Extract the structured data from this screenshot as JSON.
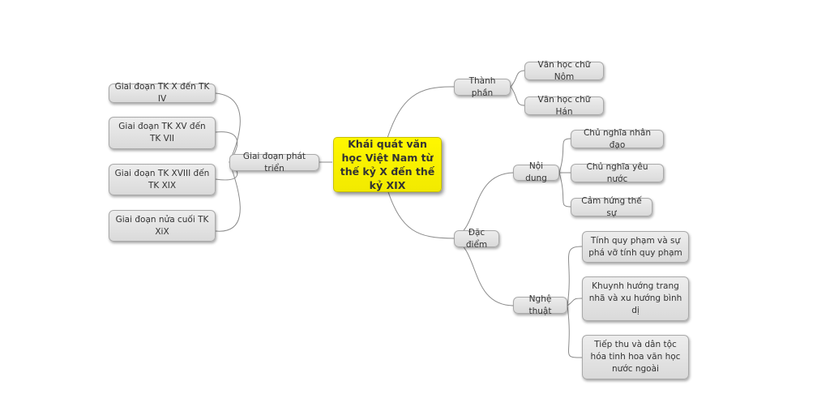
{
  "mindmap": {
    "root": "Khái quát văn học Việt Nam từ thế kỷ X đến thế kỷ XIX",
    "left_branch": {
      "label": "Giai đoạn phát triển",
      "children": [
        "Giai đoạn TK X đến TK IV",
        "Giai đoạn TK XV đến TK VII",
        "Giai đoạn TK XVIII đến TK XIX",
        "Giai đoạn nửa cuối TK XiX"
      ]
    },
    "right_branches": [
      {
        "label": "Thành phần",
        "children": [
          "Văn học chữ Nôm",
          "Văn học chữ Hán"
        ]
      },
      {
        "label": "Đặc điểm",
        "children": [
          {
            "label": "Nội dung",
            "children": [
              "Chủ nghĩa nhân đạo",
              "Chủ nghĩa yêu nước",
              "Cảm hứng thế sự"
            ]
          },
          {
            "label": "Nghệ thuật",
            "children": [
              "Tính quy phạm và sự phá vỡ tính quy phạm",
              "Khuynh hướng trang nhã và xu hướng bình dị",
              "Tiếp thu và dân tộc hóa tinh hoa văn học nước ngoài"
            ]
          }
        ]
      }
    ]
  },
  "colors": {
    "root_fill": "#fff700",
    "node_fill": "#e2e2e2",
    "node_border": "#a9a9a9",
    "connector": "#8a8a8a"
  }
}
